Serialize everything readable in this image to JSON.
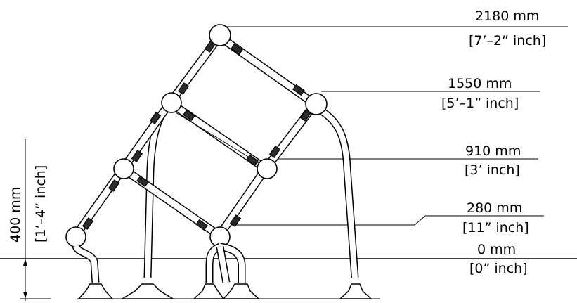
{
  "levels": [
    {
      "mm": "2180 mm",
      "inch": "[7’–2” inch]"
    },
    {
      "mm": "1550 mm",
      "inch": "[5’–1” inch]"
    },
    {
      "mm": "910 mm",
      "inch": "[3’ inch]"
    },
    {
      "mm": "280 mm",
      "inch": "[11” inch]"
    },
    {
      "mm": "0 mm",
      "inch": "[0” inch]"
    }
  ],
  "clearance": {
    "mm": "400 mm",
    "inch": "[1’–4” inch]"
  }
}
